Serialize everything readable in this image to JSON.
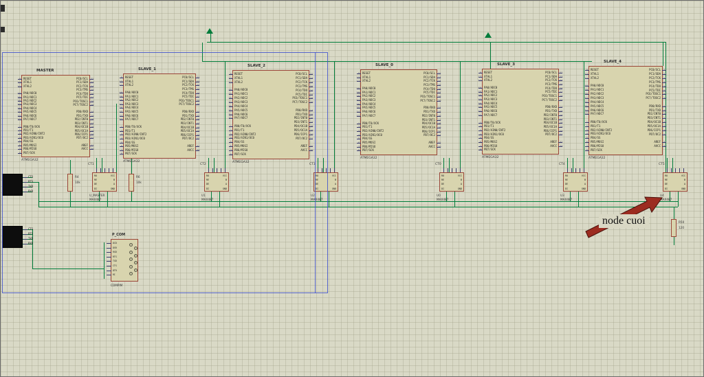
{
  "title": "RS-485 master/slave microcontroller network schematic",
  "colors": {
    "background": "#d9d9c6",
    "grid_line": "#c4c4ae",
    "wire_green": "#007c3a",
    "chip_fill": "#d8d4ae",
    "chip_border": "#9a4538",
    "selection_blue": "#3e50cd",
    "arrow_red": "#9c2c20",
    "terminal_black": "#0d0d0d"
  },
  "mcu": {
    "part": "ATMEGA32",
    "left_groups": [
      [
        {
          "n": "9",
          "l": "RESET"
        },
        {
          "n": "13",
          "l": "XTAL1"
        },
        {
          "n": "12",
          "l": "XTAL2"
        }
      ],
      [
        {
          "n": "40",
          "l": "PA0/ADC0"
        },
        {
          "n": "39",
          "l": "PA1/ADC1"
        },
        {
          "n": "38",
          "l": "PA2/ADC2"
        },
        {
          "n": "37",
          "l": "PA3/ADC3"
        },
        {
          "n": "36",
          "l": "PA4/ADC4"
        },
        {
          "n": "35",
          "l": "PA5/ADC5"
        },
        {
          "n": "34",
          "l": "PA6/ADC6"
        },
        {
          "n": "33",
          "l": "PA7/ADC7"
        }
      ],
      [
        {
          "n": "1",
          "l": "PB0/T0/XCK"
        },
        {
          "n": "2",
          "l": "PB1/T1"
        },
        {
          "n": "3",
          "l": "PB2/AIN0/INT2"
        },
        {
          "n": "4",
          "l": "PB3/AIN1/OC0"
        },
        {
          "n": "5",
          "l": "PB4/SS"
        },
        {
          "n": "6",
          "l": "PB5/MOSI"
        },
        {
          "n": "7",
          "l": "PB6/MISO"
        },
        {
          "n": "8",
          "l": "PB7/SCK"
        }
      ]
    ],
    "right_groups": [
      [
        {
          "n": "22",
          "l": "PC0/SCL"
        },
        {
          "n": "23",
          "l": "PC1/SDA"
        },
        {
          "n": "24",
          "l": "PC2/TCK"
        },
        {
          "n": "25",
          "l": "PC3/TMS"
        },
        {
          "n": "26",
          "l": "PC4/TDO"
        },
        {
          "n": "27",
          "l": "PC5/TDI"
        },
        {
          "n": "28",
          "l": "PC6/TOSC1"
        },
        {
          "n": "29",
          "l": "PC7/TOSC2"
        }
      ],
      [
        {
          "n": "14",
          "l": "PD0/RXD"
        },
        {
          "n": "15",
          "l": "PD1/TXD"
        },
        {
          "n": "16",
          "l": "PD2/INT0"
        },
        {
          "n": "17",
          "l": "PD3/INT1"
        },
        {
          "n": "18",
          "l": "PD4/OC1B"
        },
        {
          "n": "19",
          "l": "PD5/OC1A"
        },
        {
          "n": "20",
          "l": "PD6/ICP1"
        },
        {
          "n": "21",
          "l": "PD7/OC2"
        }
      ],
      [
        {
          "n": "32",
          "l": "AREF"
        },
        {
          "n": "30",
          "l": "AVCC"
        }
      ]
    ]
  },
  "chips": [
    {
      "name": "MASTER"
    },
    {
      "name": "SLAVE_1"
    },
    {
      "name": "SLAVE_2"
    },
    {
      "name": "SLAVE_0"
    },
    {
      "name": "SLAVE_3"
    },
    {
      "name": "SLAVE_4"
    }
  ],
  "transceivers": {
    "part": "MAX487",
    "left_pins": [
      "RO",
      "RE",
      "DE",
      "DI"
    ],
    "right_pins": [
      "VCC",
      "B",
      "A",
      "GND"
    ],
    "items": [
      {
        "ref": "U_MASTER",
        "tag": "CT1"
      },
      {
        "ref": "U1",
        "tag": "CT2"
      },
      {
        "ref": "U2",
        "tag": "CT3"
      },
      {
        "ref": "U0",
        "tag": "CT0"
      },
      {
        "ref": "U3",
        "tag": "CT4"
      },
      {
        "ref": "U4",
        "tag": "CT5"
      }
    ]
  },
  "terminals": [
    {
      "pins": [
        "CTS",
        "RTS",
        "TXD",
        "RXD"
      ]
    },
    {
      "pins": [
        "CTS",
        "RTS",
        "TXD",
        "RXD"
      ]
    }
  ],
  "connector": {
    "name": "P_COM",
    "part": "COMPIM",
    "pins": [
      "DCD",
      "DSR",
      "RXD",
      "RTS",
      "TXD",
      "CTS",
      "DTR",
      "RI"
    ]
  },
  "resistors": [
    {
      "ref": "R4",
      "value": "10k"
    },
    {
      "ref": "R6",
      "value": "10k"
    },
    {
      "ref": "R50",
      "value": "120"
    }
  ],
  "annotation": {
    "text": "node cuoi"
  }
}
